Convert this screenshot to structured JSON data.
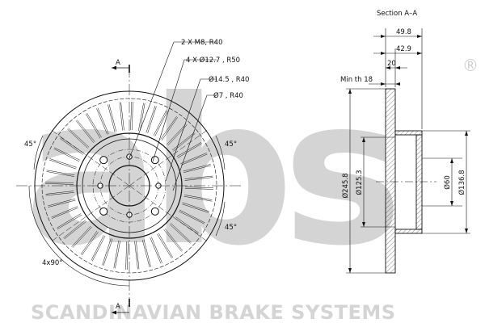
{
  "colors": {
    "line": "#111111",
    "watermark": "#d4d4d4"
  },
  "watermark": {
    "logo": "abs",
    "registered": "®",
    "brand": "SCANDINAVIAN BRAKE SYSTEMS"
  },
  "front_view": {
    "callouts": {
      "c1": "2 X M8, R40",
      "c2": "4 X Ø12.7 , R50",
      "c3": "Ø14.5 , R40",
      "c4": "Ø7 , R40"
    },
    "angles": {
      "upper_left": "45°",
      "upper_right": "45°",
      "lower_right": "45°",
      "lower_left": "4x90°"
    },
    "section_mark_top": "A",
    "section_mark_bottom": "A"
  },
  "section_view": {
    "title": "Section A–A",
    "dims": {
      "width_total": "49.8",
      "width_hat": "42.9",
      "width_disc": "20",
      "min_thickness": "Min th 18",
      "dia_outer": "Ø245.8",
      "dia_hat": "Ø125.3",
      "dia_center": "Ø60",
      "dia_hat_outer": "Ø136.8"
    }
  }
}
